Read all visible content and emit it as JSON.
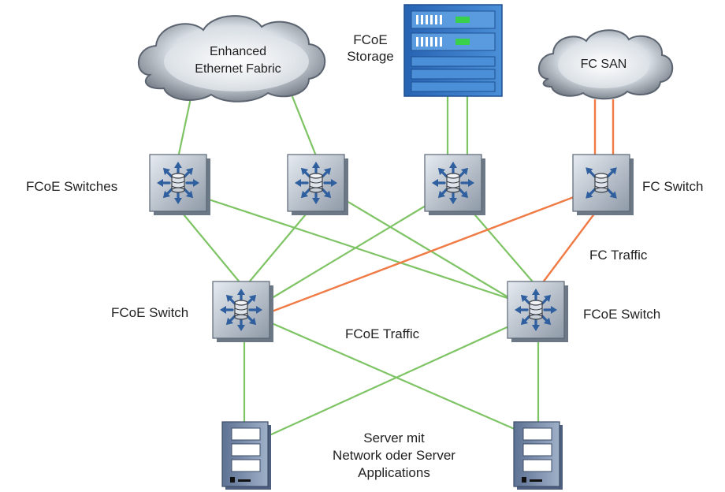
{
  "labels": {
    "cloud_ethernet_line1": "Enhanced",
    "cloud_ethernet_line2": "Ethernet Fabric",
    "fcoe_storage_line1": "FCoE",
    "fcoe_storage_line2": "Storage",
    "cloud_fcsan": "FC SAN",
    "fcoe_switches": "FCoE Switches",
    "fc_switch": "FC Switch",
    "fc_traffic": "FC Traffic",
    "fcoe_switch_left": "FCoE Switch",
    "fcoe_switch_right": "FCoE Switch",
    "fcoe_traffic": "FCoE Traffic",
    "server_line1": "Server mit",
    "server_line2": "Network oder Server",
    "server_line3": "Applications"
  },
  "colors": {
    "fcoe_link": "#7ec465",
    "fc_link": "#f07b45",
    "switch_body": "#b9c3cf",
    "arrow": "#2f5f9e",
    "storage": "#2d6fc0",
    "cloud_outer": "#5b6470",
    "cloud_inner": "#e9edf1",
    "server_body": "#7f93b2"
  }
}
